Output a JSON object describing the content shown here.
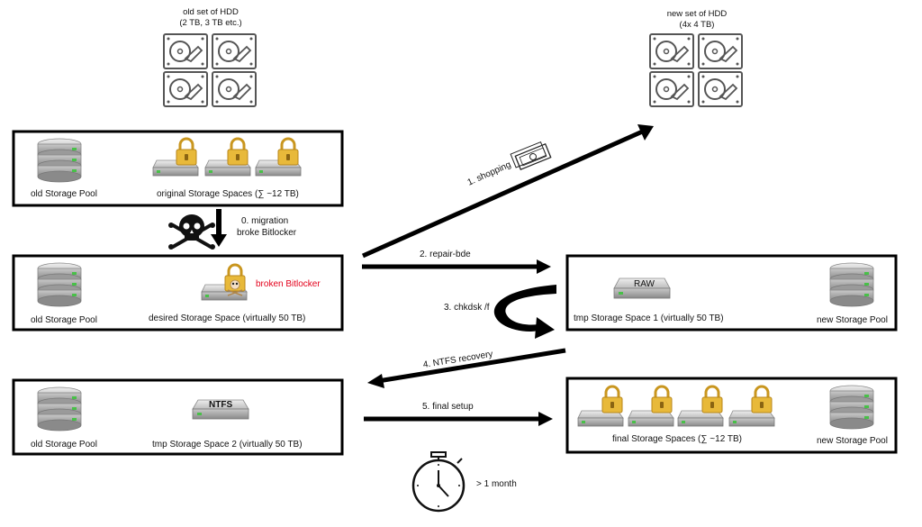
{
  "hdd_sets": {
    "old": {
      "line1": "old set of HDD",
      "line2": "(2 TB, 3 TB etc.)"
    },
    "new": {
      "line1": "new set of HDD",
      "line2": "(4x 4 TB)"
    }
  },
  "boxes": {
    "top": {
      "pool_label": "old Storage Pool",
      "spaces_label": "original Storage Spaces (∑ ~12 TB)"
    },
    "mid": {
      "pool_label": "old Storage Pool",
      "space_label": "desired Storage Space (virtually 50 TB)",
      "broken_label": "broken Bitlocker"
    },
    "bottom": {
      "pool_label": "old Storage Pool",
      "space_label": "tmp Storage Space 2 (virtually 50 TB)",
      "drive_badge": "NTFS"
    },
    "right_mid": {
      "pool_label": "new Storage Pool",
      "space_label": "tmp Storage Space 1 (virtually 50 TB)",
      "drive_badge": "RAW"
    },
    "right_bottom": {
      "pool_label": "new Storage Pool",
      "spaces_label": "final Storage Spaces (∑ ~12 TB)"
    }
  },
  "steps": {
    "s0_line1": "0. migration",
    "s0_line2": "broke Bitlocker",
    "s1": "1. shopping",
    "s2": "2. repair-bde",
    "s3": "3. chkdsk /f",
    "s4": "4. NTFS recovery",
    "s5": "5. final setup"
  },
  "timer": {
    "label": "> 1 month",
    "icon": "stopwatch-icon"
  },
  "colors": {
    "warning": "#e3001b",
    "lock_gold": "#e8b93a",
    "border": "#000000"
  }
}
